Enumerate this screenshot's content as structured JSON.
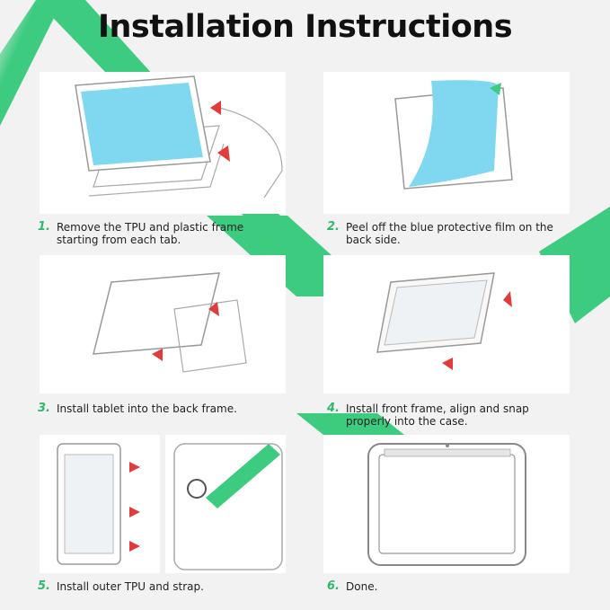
{
  "title": "Installation Instructions",
  "colors": {
    "accent": "#3dcb7f",
    "film": "#7fd8ef",
    "step_number": "#2fb86a",
    "arrow": "#e23b3b"
  },
  "steps": [
    {
      "number": "1.",
      "text_line1": "Remove the TPU and plastic frame",
      "text_line2": "starting from each tab."
    },
    {
      "number": "2.",
      "text_line1": "Peel off the blue protective film on the",
      "text_line2": "back side."
    },
    {
      "number": "3.",
      "text_line1": "Install tablet into the back frame.",
      "text_line2": ""
    },
    {
      "number": "4.",
      "text_line1": "Install front frame, align and snap",
      "text_line2": "properly into the case."
    },
    {
      "number": "5.",
      "text_line1": "Install outer TPU and strap.",
      "text_line2": ""
    },
    {
      "number": "6.",
      "text_line1": "Done.",
      "text_line2": ""
    }
  ]
}
